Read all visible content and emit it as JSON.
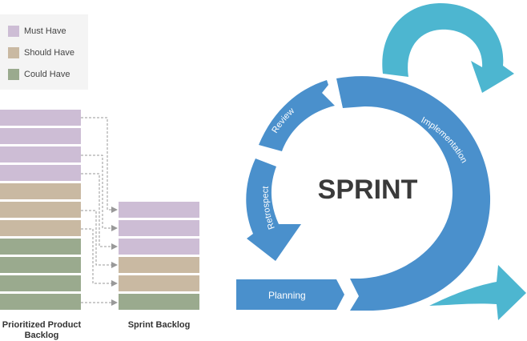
{
  "legend": {
    "items": [
      {
        "label": "Must Have",
        "color": "#cdbdd5"
      },
      {
        "label": "Should Have",
        "color": "#c9b9a2"
      },
      {
        "label": "Could Have",
        "color": "#9aaa8e"
      }
    ]
  },
  "product_backlog": {
    "caption_line1": "Prioritized Product",
    "caption_line2": "Backlog",
    "items": [
      "must",
      "must",
      "must",
      "must",
      "should",
      "should",
      "should",
      "could",
      "could",
      "could",
      "could"
    ]
  },
  "sprint_backlog": {
    "caption": "Sprint Backlog",
    "items": [
      "must",
      "must",
      "must",
      "should",
      "should",
      "could"
    ]
  },
  "cycle": {
    "center_label": "SPRINT",
    "stages": {
      "planning": "Planning",
      "implementation": "Implementation",
      "review": "Review",
      "retrospect": "Retrospect"
    }
  },
  "colors": {
    "must": "#cdbdd5",
    "should": "#c9b9a2",
    "could": "#9aaa8e",
    "cycle_blue": "#4a90cc",
    "accent_cyan": "#4db6d0",
    "connector": "#999999"
  }
}
